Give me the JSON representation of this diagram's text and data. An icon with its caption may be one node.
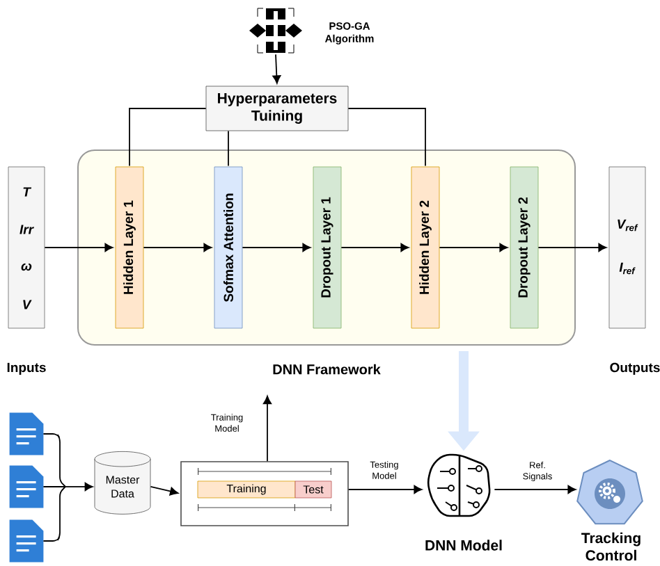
{
  "diagram": {
    "nodes": [
      {
        "text": [],
        "shape": "picture",
        "beside": [
          "PSO-GA Algorithm"
        ]
      },
      {
        "text": [
          "Hyperparameters Tuining"
        ]
      },
      {
        "text": [
          "T",
          "Irr",
          "ω",
          "V",
          "Inputs"
        ]
      },
      {
        "text": [
          "DNN Framework"
        ]
      },
      {
        "text": [
          "Hidden Layer 1"
        ],
        "in": 3
      },
      {
        "text": [
          "Sofmax Attention"
        ],
        "in": 3
      },
      {
        "text": [
          "Dropout Layer 1"
        ],
        "in": 3
      },
      {
        "text": [
          "Hidden Layer 2"
        ],
        "in": 3
      },
      {
        "text": [
          "Dropout Layer 2"
        ],
        "in": 3
      },
      {
        "text": [
          "V$_{ref}$",
          "I$_{ref}$",
          "Outputs"
        ]
      },
      {
        "text": [],
        "shape": "document"
      },
      {
        "text": [],
        "shape": "document"
      },
      {
        "text": [],
        "shape": "document"
      },
      {
        "text": [
          "Master Data"
        ]
      },
      {
        "text": [],
        "shape": "box"
      },
      {
        "text": [
          "Training"
        ],
        "in": 14
      },
      {
        "text": [
          "Test"
        ],
        "in": 14
      },
      {
        "text": [],
        "shape": "picture",
        "beside": [
          "DNN Model"
        ]
      },
      {
        "text": [],
        "shape": "heptagon",
        "beside": [
          "Tracking Control"
        ]
      }
    ],
    "edges": [
      {
        "from": 0,
        "to": 1,
        "arrow": "to"
      },
      {
        "from": 1,
        "to": 4,
        "arrow": "none"
      },
      {
        "from": 1,
        "to": 5,
        "arrow": "none"
      },
      {
        "from": 1,
        "to": 7,
        "arrow": "none"
      },
      {
        "from": 2,
        "to": 4,
        "arrow": "to"
      },
      {
        "from": 4,
        "to": 5,
        "arrow": "to"
      },
      {
        "from": 5,
        "to": 6,
        "arrow": "to"
      },
      {
        "from": 6,
        "to": 7,
        "arrow": "to"
      },
      {
        "from": 7,
        "to": 8,
        "arrow": "to"
      },
      {
        "from": 8,
        "to": 9,
        "arrow": "to"
      },
      {
        "from": 3,
        "to": 17,
        "arrow": "to",
        "style": "thick",
        "color": "#dae8fc"
      },
      {
        "from": 10,
        "to": 13,
        "arrow": "to"
      },
      {
        "from": 11,
        "to": 13,
        "arrow": "to"
      },
      {
        "from": 12,
        "to": 13,
        "arrow": "to"
      },
      {
        "from": 13,
        "to": 14,
        "arrow": "to"
      },
      {
        "from": 14,
        "to": null,
        "arrow": "to",
        "label": "Training Model"
      },
      {
        "from": 14,
        "to": 17,
        "arrow": "to",
        "label": "Testing Model"
      },
      {
        "from": 17,
        "to": 18,
        "arrow": "to",
        "label": "Ref. Signals"
      }
    ]
  }
}
